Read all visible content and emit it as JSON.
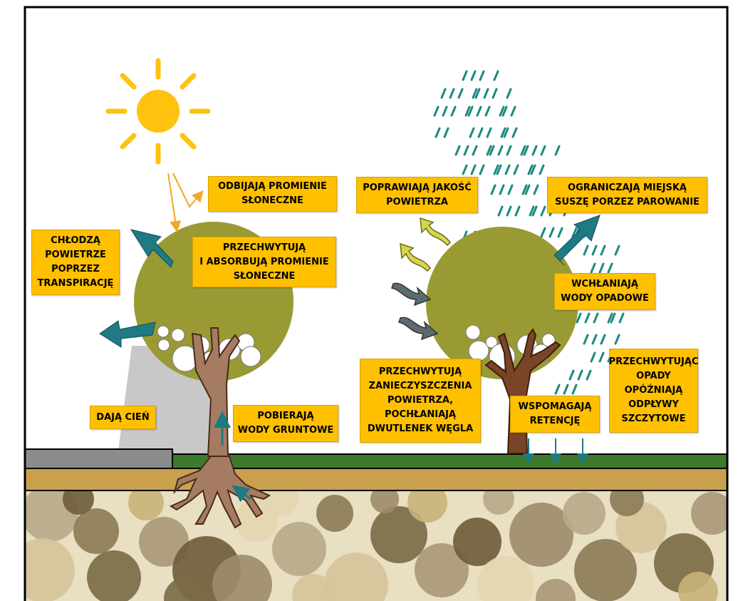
{
  "labels": {
    "reflect_rays": [
      "ODBIJAJĄ PROMIENIE",
      "SŁONECZNE"
    ],
    "cool_air": [
      "CHŁODZĄ",
      "POWIETRZE",
      "POPRZEZ",
      "TRANSPIRACJĘ"
    ],
    "absorb_rays": [
      "PRZECHWYTUJĄ",
      "I ABSORBUJĄ PROMIENIE",
      "SŁONECZNE"
    ],
    "shade": [
      "DAJĄ CIEŃ"
    ],
    "groundwater": [
      "POBIERAJĄ",
      "WODY GRUNTOWE"
    ],
    "air_quality": [
      "POPRAWIAJĄ JAKOŚĆ",
      "POWIETRZA"
    ],
    "urban_drought": [
      "OGRANICZAJĄ MIEJSKĄ",
      "SUSZĘ PORZEZ PAROWANIE"
    ],
    "rainwater": [
      "WCHŁANIAJĄ",
      "WODY OPADOWE"
    ],
    "pollution": [
      "PRZECHWYTUJĄ",
      "ZANIECZYSZCZENIA",
      "POWIETRZA,",
      "POCHŁANIAJĄ",
      "DWUTLENEK WĘGLA"
    ],
    "retention": [
      "WSPOMAGAJĄ",
      "RETENCJĘ"
    ],
    "peak_runoff": [
      "PRZECHWYTUJĄC",
      "OPADY",
      "OPÓŹNIAJĄ",
      "ODPŁYWY",
      "SZCZYTOWE"
    ]
  },
  "colors": {
    "label_fill": "#ffc000",
    "canopy": "#9a9a34",
    "trunk": "#a57c62",
    "trunk_dark": "#6e3b20",
    "flow_arrow": "#1f7a84",
    "pollution_arrow": "#5c6b6e",
    "rain": "#1a8a80",
    "grass": "#3e7a2c",
    "soil": "#c9a14e",
    "sun": "#ffc20e",
    "shade": "#c8c8c8"
  },
  "icons": [
    "sun-icon",
    "rain-icon",
    "tree-icon",
    "arrow-icon"
  ]
}
